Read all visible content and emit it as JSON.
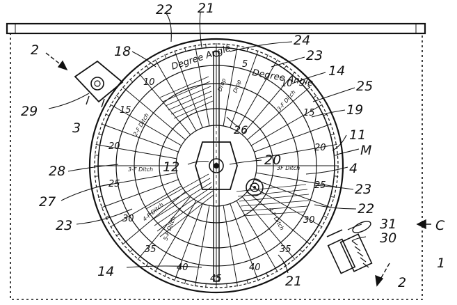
{
  "diagram": {
    "ref_numerals": {
      "r22_top": "22",
      "r21_top": "21",
      "r24": "24",
      "r23_top": "23",
      "r14_right": "14",
      "r25": "25",
      "r19": "19",
      "r11": "11",
      "rM": "M",
      "r4": "4",
      "r23_mid": "23",
      "r22_bottom": "22",
      "r31": "31",
      "r30_knob": "30",
      "rC": "C",
      "r1": "1",
      "r21_bottom": "21",
      "r14_bottom": "14",
      "r23_left": "23",
      "r27": "27",
      "r28": "28",
      "r12": "12",
      "r18": "18",
      "r29": "29",
      "r3": "3",
      "r20_inner": "20",
      "r26": "26",
      "section_mark_top": "2",
      "section_mark_bottom": "2"
    },
    "degree_ticks": {
      "t5": "5",
      "t10_left": "10",
      "t10_right": "10",
      "t15_left": "15",
      "t15_right": "15",
      "t20_left": "20",
      "t20_right": "20",
      "t25_left": "25",
      "t25_right": "25",
      "t30_left": "30",
      "t30_right": "30",
      "t35_left": "35",
      "t35_right": "35",
      "t40_left": "40",
      "t40_right": "40",
      "t45": "45"
    },
    "scale_labels": {
      "degree_angle_left": "Degree Angle",
      "degree_angle_right": "Degree Angle",
      "ditch_labels": [
        "2-F Ditch",
        "3-F Ditch",
        "4-F Ditch",
        "5-F Ditch",
        "3F Ditch",
        "4-F Ditch",
        "3-F Ditch"
      ],
      "drop_labels": [
        "Drop",
        "Drop"
      ]
    }
  }
}
